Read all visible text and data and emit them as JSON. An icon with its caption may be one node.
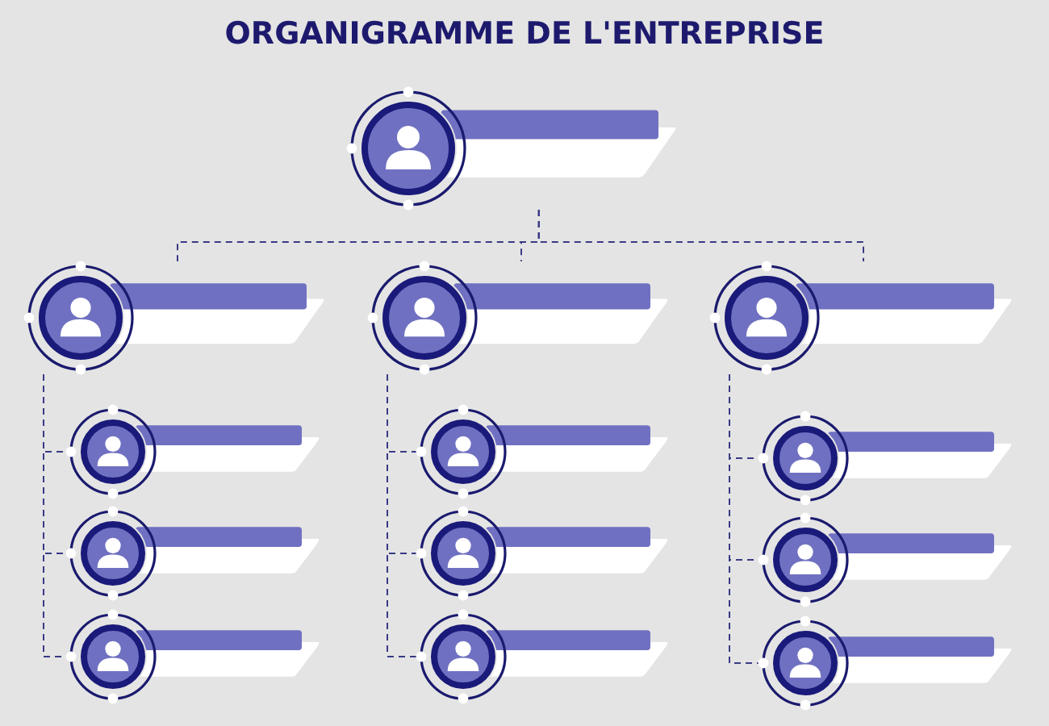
{
  "diagram": {
    "title": "ORGANIGRAMME DE L'ENTREPRISE",
    "nodes": [
      {
        "text": [],
        "shape": "box"
      },
      {
        "text": [],
        "shape": "box"
      },
      {
        "text": [],
        "shape": "box"
      },
      {
        "text": [],
        "shape": "box"
      },
      {
        "text": [],
        "shape": "box"
      },
      {
        "text": [],
        "shape": "box"
      },
      {
        "text": [],
        "shape": "box"
      },
      {
        "text": [],
        "shape": "box"
      },
      {
        "text": [],
        "shape": "box"
      },
      {
        "text": [],
        "shape": "box"
      },
      {
        "text": [],
        "shape": "box"
      },
      {
        "text": [],
        "shape": "box"
      },
      {
        "text": [],
        "shape": "box"
      }
    ],
    "edges": [
      {
        "from": 0,
        "to": 1,
        "arrow": "none",
        "style": "dashed"
      },
      {
        "from": 0,
        "to": 2,
        "arrow": "none",
        "style": "dashed"
      },
      {
        "from": 0,
        "to": 3,
        "arrow": "none",
        "style": "dashed"
      },
      {
        "from": 1,
        "to": 4,
        "arrow": "none",
        "style": "dashed"
      },
      {
        "from": 1,
        "to": 5,
        "arrow": "none",
        "style": "dashed"
      },
      {
        "from": 1,
        "to": 6,
        "arrow": "none",
        "style": "dashed"
      },
      {
        "from": 2,
        "to": 7,
        "arrow": "none",
        "style": "dashed"
      },
      {
        "from": 2,
        "to": 8,
        "arrow": "none",
        "style": "dashed"
      },
      {
        "from": 2,
        "to": 9,
        "arrow": "none",
        "style": "dashed"
      },
      {
        "from": 3,
        "to": 10,
        "arrow": "none",
        "style": "dashed"
      },
      {
        "from": 3,
        "to": 11,
        "arrow": "none",
        "style": "dashed"
      },
      {
        "from": 3,
        "to": 12,
        "arrow": "none",
        "style": "dashed"
      }
    ]
  }
}
